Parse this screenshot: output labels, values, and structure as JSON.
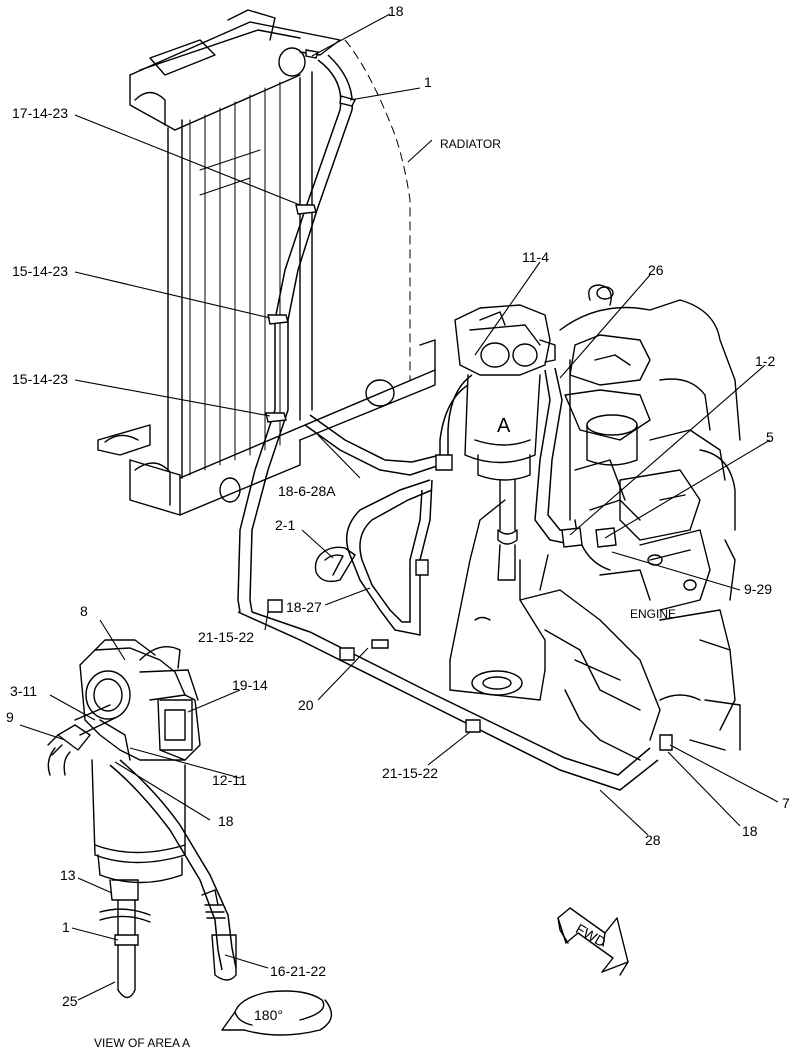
{
  "labels": {
    "radiator": "RADIATOR",
    "engine": "ENGINE",
    "area": "A",
    "view": "VIEW OF AREA A",
    "rotation": "180°",
    "fwd": "FWD"
  },
  "callouts": {
    "c18_top": "18",
    "c1_top": "1",
    "c17_14_23": "17-14-23",
    "c15_14_23_a": "15-14-23",
    "c15_14_23_b": "15-14-23",
    "c11_4": "11-4",
    "c26": "26",
    "c1_2": "1-2",
    "c5": "5",
    "c18_6_28a": "18-6-28A",
    "c2_1": "2-1",
    "c9_29": "9-29",
    "c18_27": "18-27",
    "c21_15_22_a": "21-15-22",
    "c8": "8",
    "c19_14": "19-14",
    "c3_11": "3-11",
    "c9": "9",
    "c20": "20",
    "c12_11": "12-11",
    "c18_mid": "18",
    "c21_15_22_b": "21-15-22",
    "c7": "7",
    "c18_right": "18",
    "c28": "28",
    "c13": "13",
    "c1_bottom": "1",
    "c16_21_22": "16-21-22",
    "c25": "25"
  }
}
